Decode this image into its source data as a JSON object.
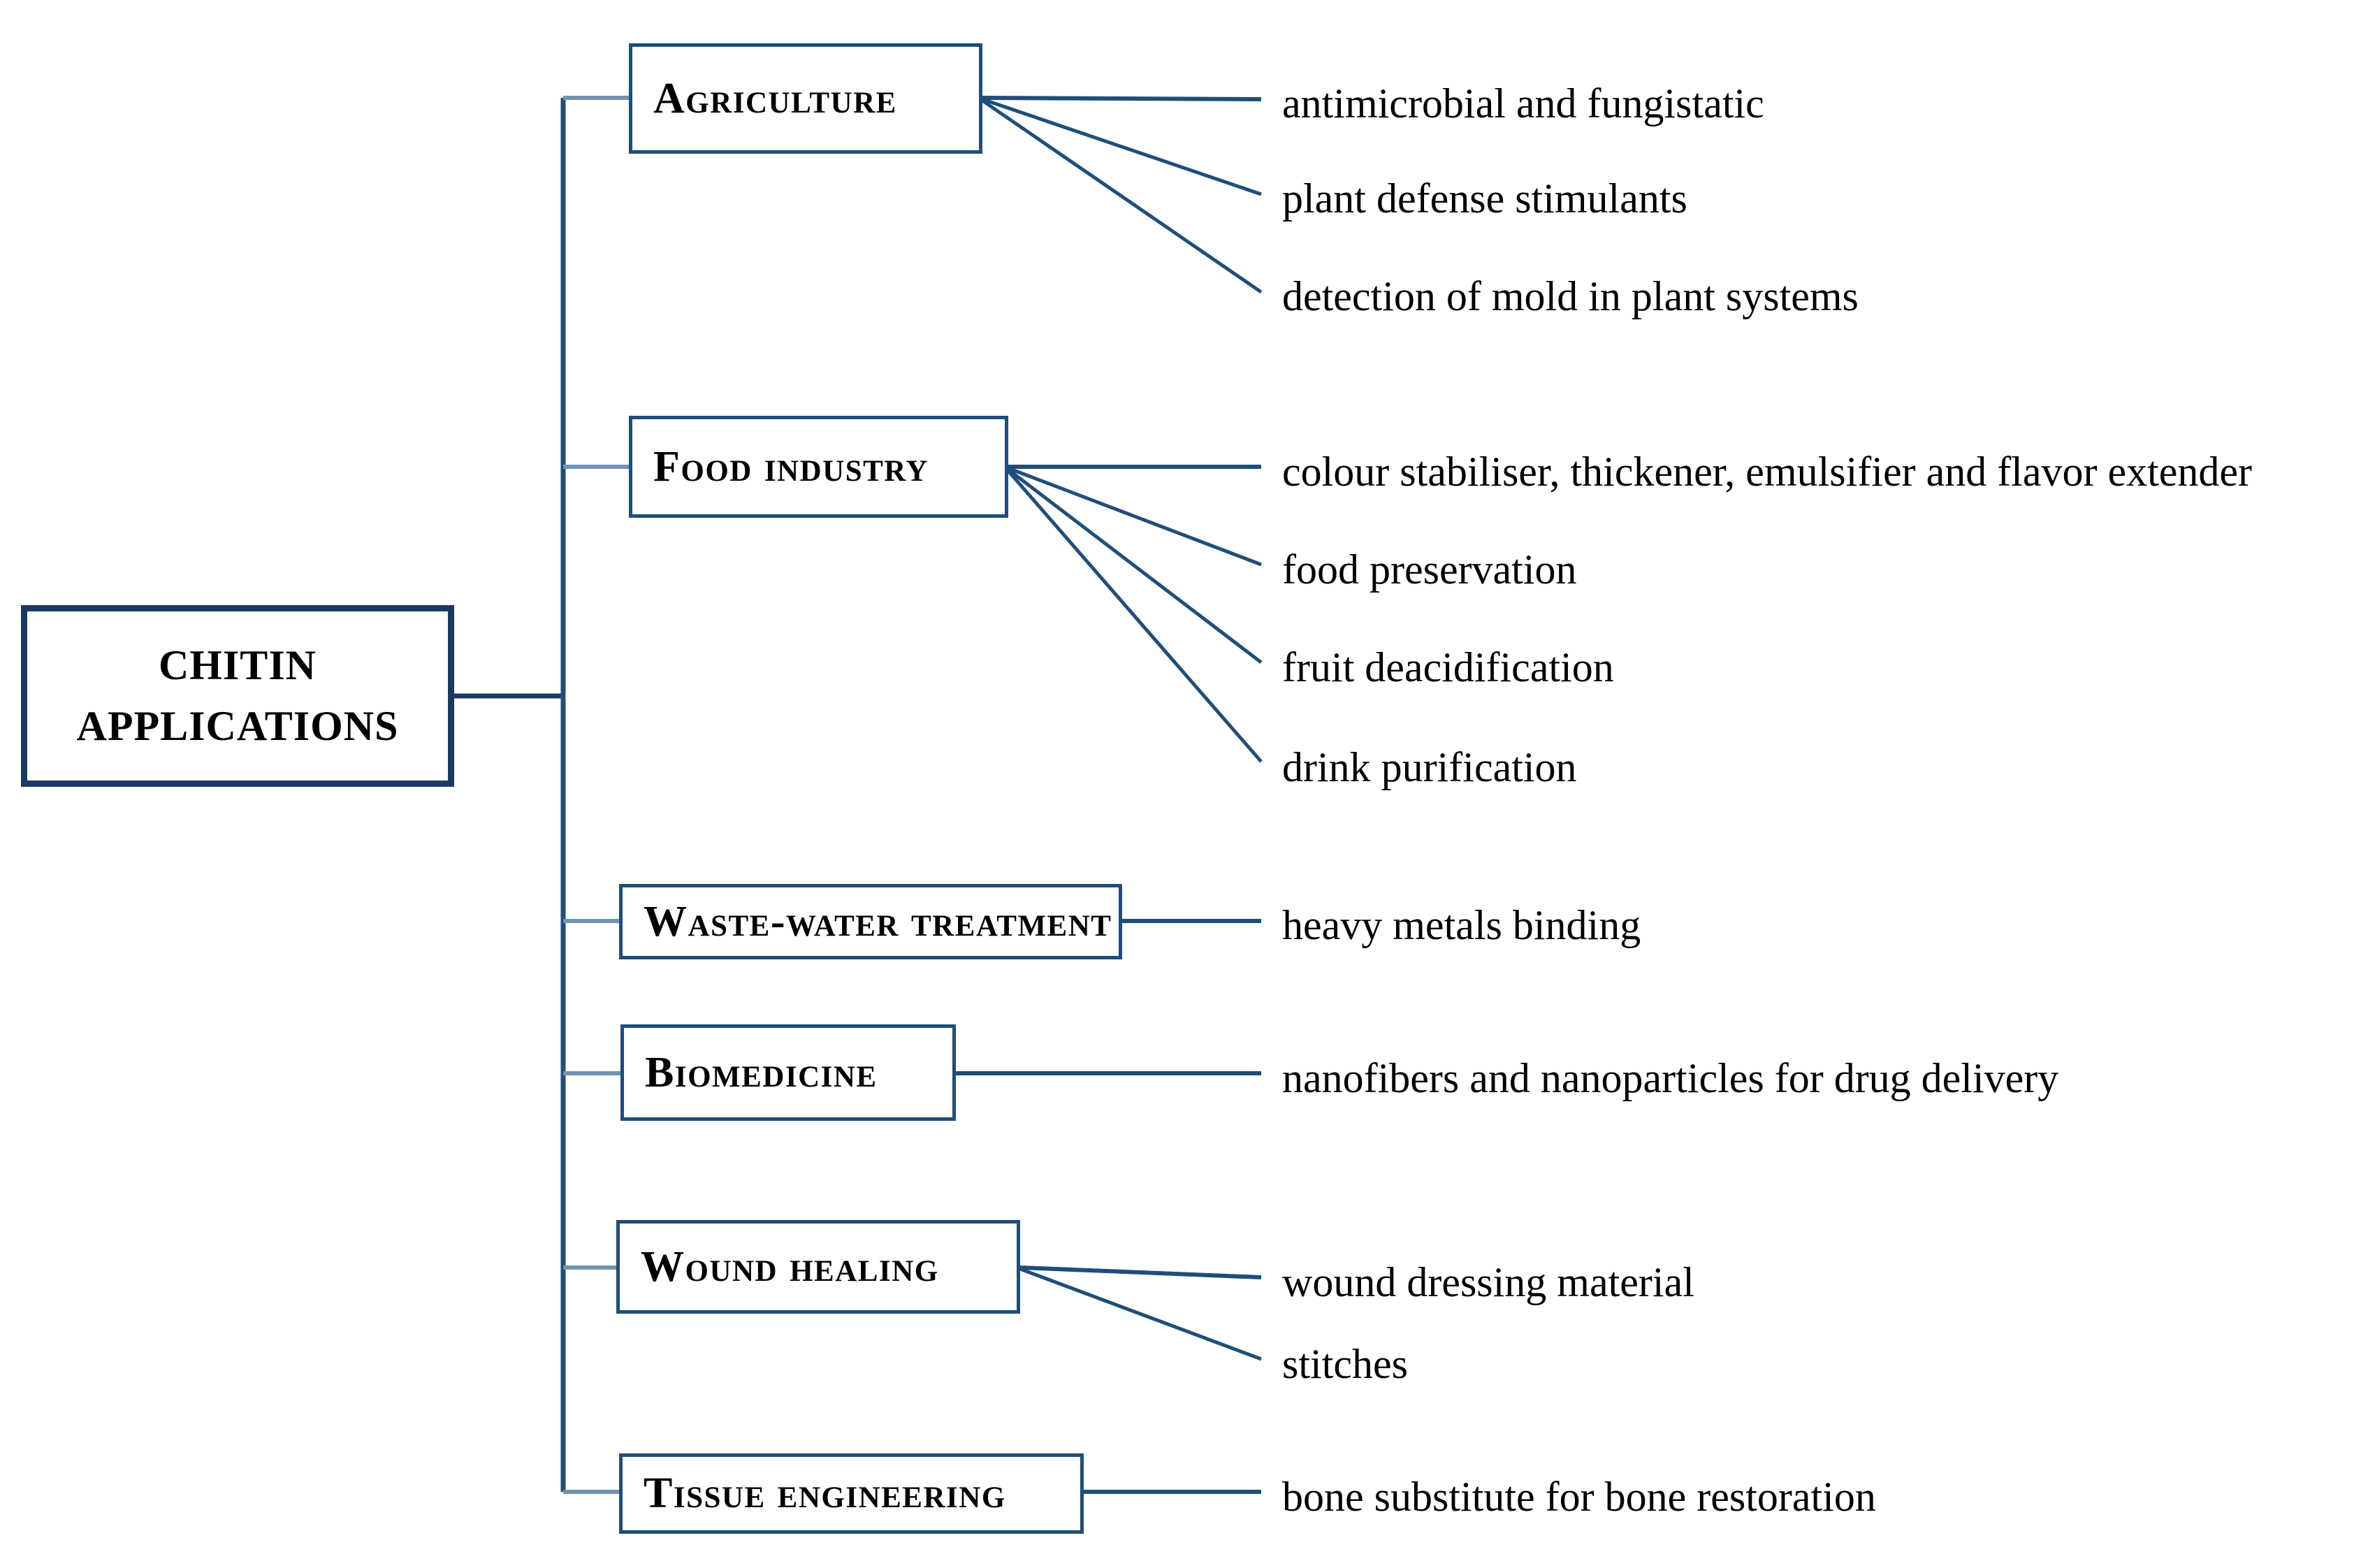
{
  "diagram": {
    "title_box": {
      "line1": "CHITIN",
      "line2": "APPLICATIONS"
    },
    "stroke_color_root": "#1B3A63",
    "stroke_color_branch": "#1F4E79",
    "connector_color": "#1F4E79",
    "background": "#FFFFFF",
    "text_color": "#000000",
    "branches": [
      {
        "id": "agriculture",
        "label": "Agriculture",
        "leaves": [
          "antimicrobial  and  fungistatic",
          "plant defense  stimulants",
          "detection  of mold in plant systems"
        ]
      },
      {
        "id": "food-industry",
        "label": "Food industry",
        "leaves": [
          "colour stabiliser, thickener,  emulsifier and flavor extender",
          "food preservation",
          "fruit deacidification",
          "drink purification"
        ]
      },
      {
        "id": "waste-water-treatment",
        "label": "Waste-water  treatment",
        "leaves": [
          "heavy  metals  binding"
        ]
      },
      {
        "id": "biomedicine",
        "label": "Biomedicine",
        "leaves": [
          "nanofibers  and nanoparticles  for drug delivery"
        ]
      },
      {
        "id": "wound-healing",
        "label": "Wound  healing",
        "leaves": [
          "wound dressing  material",
          "stitches"
        ]
      },
      {
        "id": "tissue-engineering",
        "label": "Tissue  engineering",
        "leaves": [
          "bone substitute for bone restoration"
        ]
      }
    ]
  }
}
